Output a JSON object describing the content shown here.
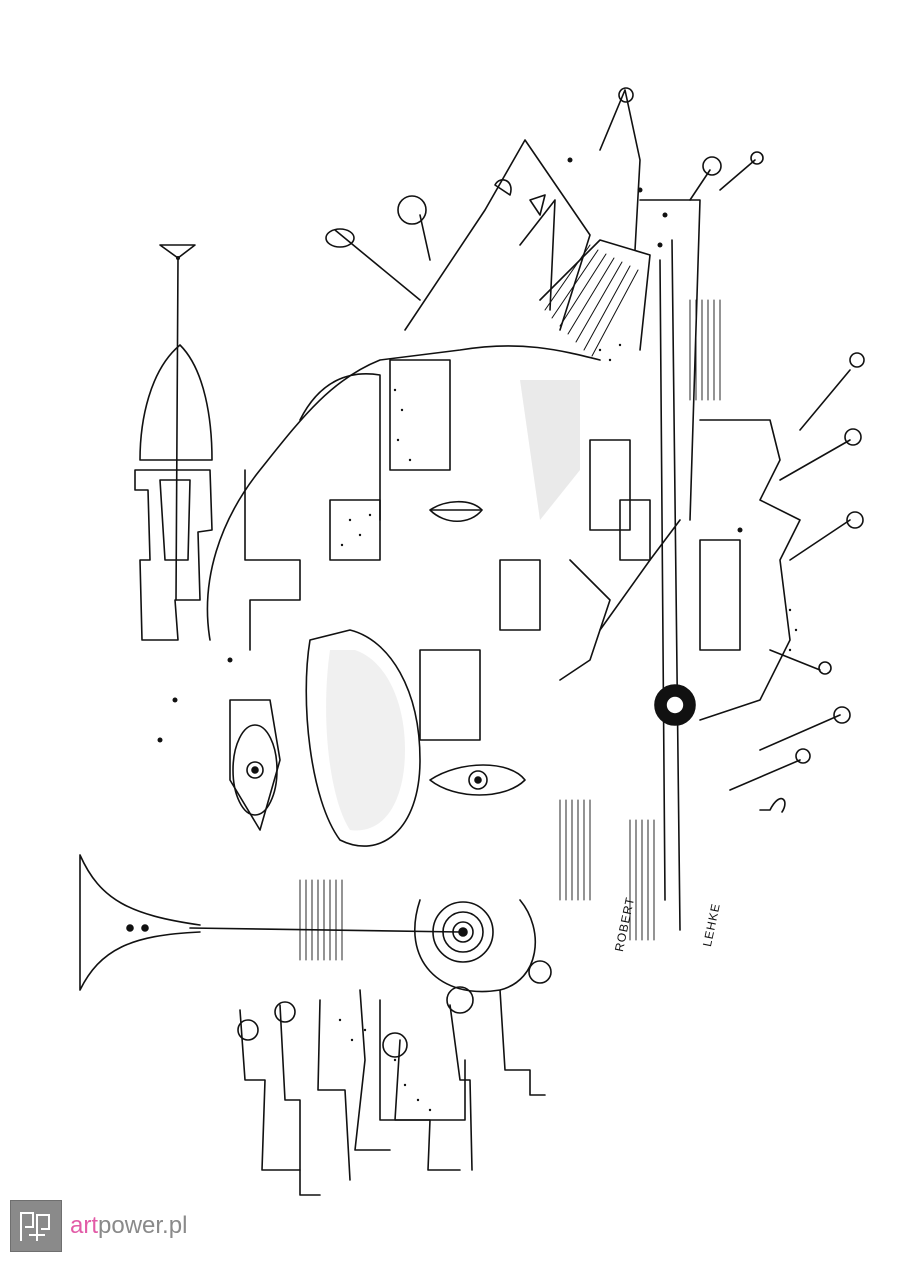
{
  "artwork": {
    "signature_first_name": "ROBERT",
    "signature_last_name": "LEHKE",
    "ink_color": "#111111",
    "paper_color": "#ffffff",
    "tone_color": "#cfcfcf"
  },
  "watermark": {
    "brand_accent": "art",
    "brand_rest": "power.pl",
    "accent_color": "#e25ba7",
    "text_color": "#8a8a8a",
    "logo_icon": "artpower-logo-icon"
  }
}
